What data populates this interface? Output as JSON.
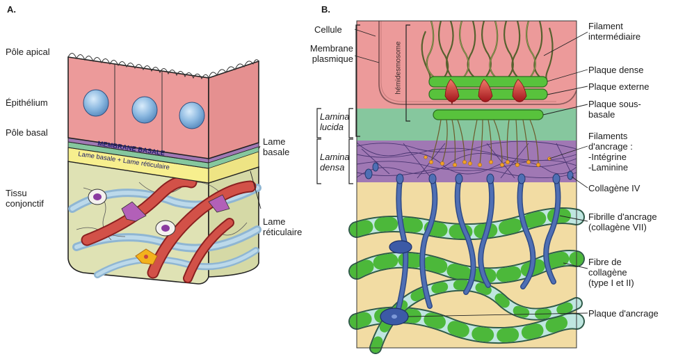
{
  "panels": {
    "a": "A.",
    "b": "B."
  },
  "panel_a": {
    "left_labels": {
      "pole_apical": "Pôle apical",
      "epithelium": "Épithélium",
      "pole_basal": "Pôle basal",
      "tissu_conjonctif": "Tissu\nconjonctif"
    },
    "right_labels": {
      "lame_basale": "Lame\nbasale",
      "lame_reticulaire": "Lame\nréticulaire"
    },
    "band_labels": {
      "membrane_basale": "MEMBRANE BASALE",
      "lame_basale_reticulaire": "Lame basale + Lame réticulaire"
    }
  },
  "panel_b": {
    "left_labels": {
      "cellule": "Cellule",
      "membrane_plasmique": "Membrane\nplasmique",
      "lamina_lucida": "Lamina\nlucida",
      "lamina_densa": "Lamina\ndensa"
    },
    "vertical_label": "hémidesmosome",
    "right_labels": {
      "filament_intermediaire": "Filament\nintermédiaire",
      "plaque_dense": "Plaque dense",
      "plaque_externe": "Plaque externe",
      "plaque_sous_basale": "Plaque sous-\nbasale",
      "filaments_ancrage": "Filaments\nd'ancrage :\n  -Intégrine\n  -Laminine",
      "collagene_iv": "Collagène IV",
      "fibrille_ancrage": "Fibrille d'ancrage\n(collagène VII)",
      "fibre_collagene": "Fibre de\ncollagène\n(type I et II)",
      "plaque_ancrage": "Plaque d'ancrage"
    }
  },
  "colors": {
    "cell_pink": "#ec9a9a",
    "lucida_green": "#86c79e",
    "densa_purple": "#a078b4",
    "connective_yellow": "#f2dca3",
    "basal_band_yellow": "#f7ef8e",
    "nucleus_blue": "#8bb8e0",
    "collagen_blue": "#4f6fb4",
    "plaque_green": "#58c23c",
    "vessel_red": "#c8453f"
  }
}
